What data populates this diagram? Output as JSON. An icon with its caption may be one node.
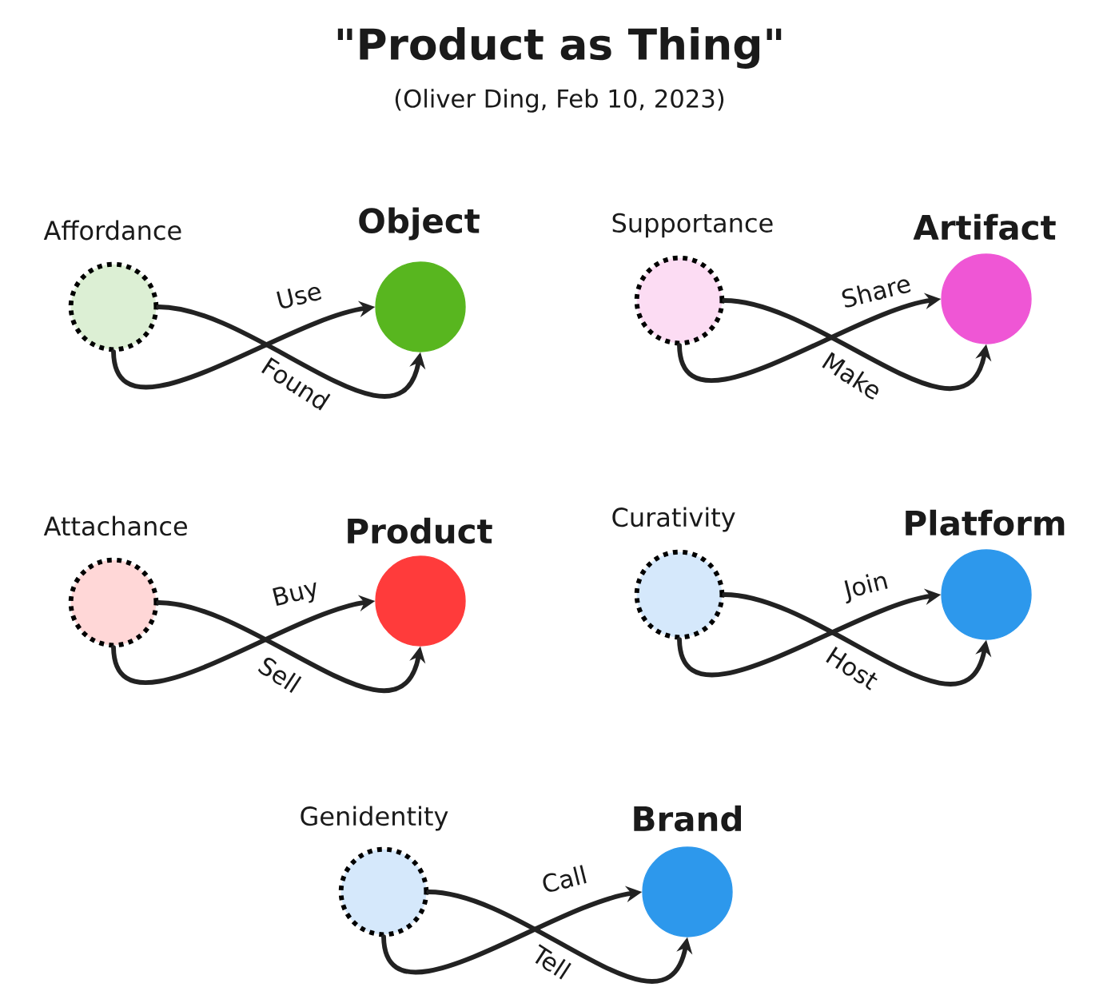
{
  "diagram": {
    "title": "\"Product as Thing\"",
    "nodes": [
      {
        "text": [
          "Affordance"
        ]
      },
      {
        "text": [
          "Object"
        ]
      },
      {
        "text": [
          "Supportance"
        ]
      },
      {
        "text": [
          "Artifact"
        ]
      },
      {
        "text": [
          "Attachance"
        ]
      },
      {
        "text": [
          "Product"
        ]
      },
      {
        "text": [
          "Curativity"
        ]
      },
      {
        "text": [
          "Platform"
        ]
      },
      {
        "text": [
          "Genidentity"
        ]
      },
      {
        "text": [
          "Brand"
        ]
      }
    ],
    "edges": [
      {
        "from": 0,
        "to": 1,
        "label": "Use",
        "arrow": "to"
      },
      {
        "from": 0,
        "to": 1,
        "label": "Found",
        "arrow": "to"
      },
      {
        "from": 2,
        "to": 3,
        "label": "Share",
        "arrow": "to"
      },
      {
        "from": 2,
        "to": 3,
        "label": "Make",
        "arrow": "to"
      },
      {
        "from": 4,
        "to": 5,
        "label": "Buy",
        "arrow": "to"
      },
      {
        "from": 4,
        "to": 5,
        "label": "Sell",
        "arrow": "to"
      },
      {
        "from": 6,
        "to": 7,
        "label": "Join",
        "arrow": "to"
      },
      {
        "from": 6,
        "to": 7,
        "label": "Host",
        "arrow": "to"
      },
      {
        "from": 8,
        "to": 9,
        "label": "Call",
        "arrow": "to"
      },
      {
        "from": 8,
        "to": 9,
        "label": "Tell",
        "arrow": "to"
      }
    ],
    "labels": [
      "(Oliver Ding, Feb 10, 2023)"
    ]
  }
}
